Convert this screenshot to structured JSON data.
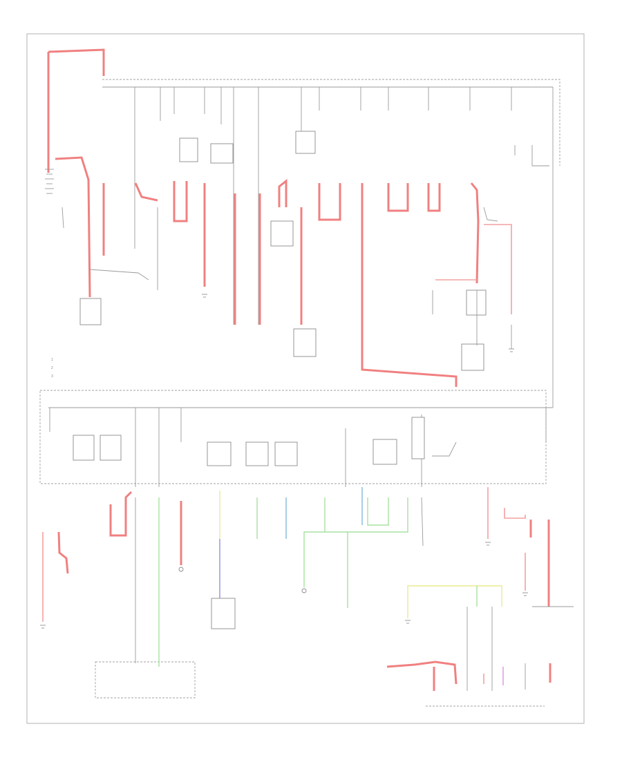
{
  "legend": {
    "items": [
      {
        "marker": "1",
        "label": ""
      },
      {
        "marker": "2",
        "label": ""
      },
      {
        "marker": "3",
        "label": ""
      }
    ]
  },
  "footer_code": "",
  "colors": {
    "power_wire": "#f08080",
    "ground_wire": "#9a9a9a",
    "signal_green": "#a8e0a0",
    "signal_yellow": "#e8ec90",
    "signal_blue": "#9090e0",
    "signal_cyan": "#80b8d8",
    "signal_pink": "#e090e0"
  }
}
